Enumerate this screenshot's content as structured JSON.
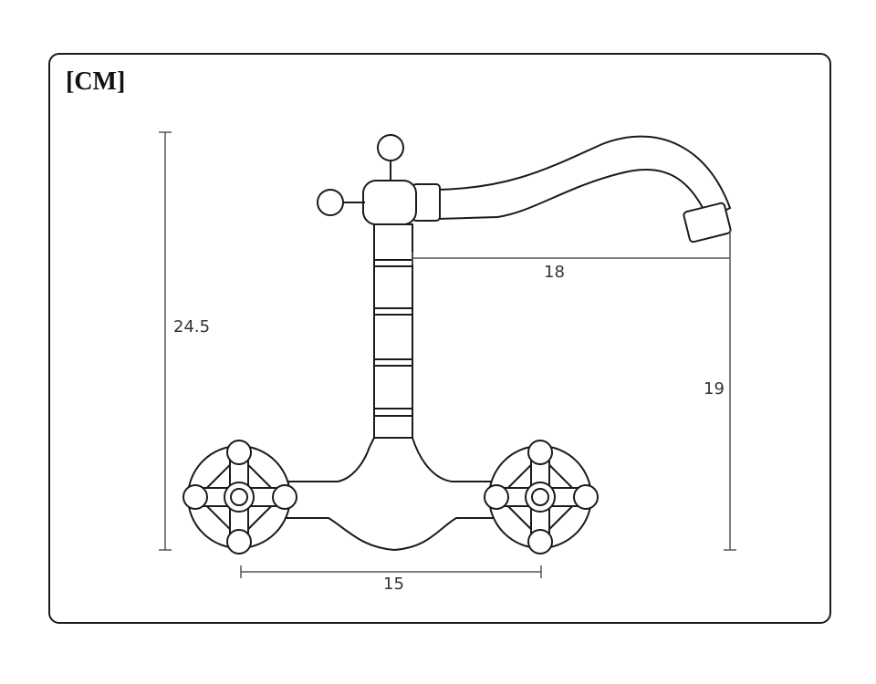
{
  "unit_label": "[CM]",
  "dimensions": {
    "total_height": "24.5",
    "spout_reach": "18",
    "spout_height": "19",
    "handle_spacing": "15"
  },
  "colors": {
    "outline": "#1b1b1b",
    "dimension_line": "#555555"
  }
}
